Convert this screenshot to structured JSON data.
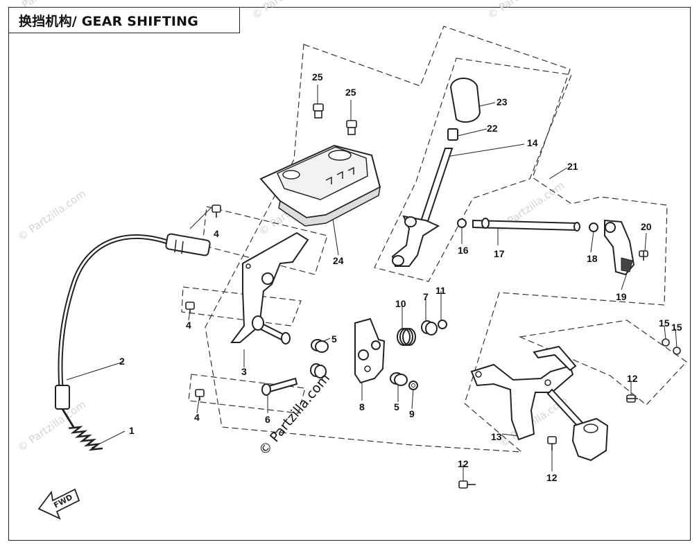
{
  "header": {
    "title": "换挡机构/ GEAR SHIFTING"
  },
  "watermark": {
    "text": "© Partzilla.com"
  },
  "direction_label": "FWD",
  "callouts": [
    {
      "id": "c1",
      "label": "1"
    },
    {
      "id": "c2",
      "label": "2"
    },
    {
      "id": "c3",
      "label": "3"
    },
    {
      "id": "c4a",
      "label": "4"
    },
    {
      "id": "c4b",
      "label": "4"
    },
    {
      "id": "c4c",
      "label": "4"
    },
    {
      "id": "c5a",
      "label": "5"
    },
    {
      "id": "c5b",
      "label": "5"
    },
    {
      "id": "c6",
      "label": "6"
    },
    {
      "id": "c7",
      "label": "7"
    },
    {
      "id": "c8",
      "label": "8"
    },
    {
      "id": "c9",
      "label": "9"
    },
    {
      "id": "c10",
      "label": "10"
    },
    {
      "id": "c11",
      "label": "11"
    },
    {
      "id": "c12a",
      "label": "12"
    },
    {
      "id": "c12b",
      "label": "12"
    },
    {
      "id": "c12c",
      "label": "12"
    },
    {
      "id": "c13",
      "label": "13"
    },
    {
      "id": "c14",
      "label": "14"
    },
    {
      "id": "c15a",
      "label": "15"
    },
    {
      "id": "c15b",
      "label": "15"
    },
    {
      "id": "c16",
      "label": "16"
    },
    {
      "id": "c17",
      "label": "17"
    },
    {
      "id": "c18",
      "label": "18"
    },
    {
      "id": "c19",
      "label": "19"
    },
    {
      "id": "c20",
      "label": "20"
    },
    {
      "id": "c21",
      "label": "21"
    },
    {
      "id": "c22",
      "label": "22"
    },
    {
      "id": "c23",
      "label": "23"
    },
    {
      "id": "c24",
      "label": "24"
    },
    {
      "id": "c25a",
      "label": "25"
    },
    {
      "id": "c25b",
      "label": "25"
    }
  ]
}
